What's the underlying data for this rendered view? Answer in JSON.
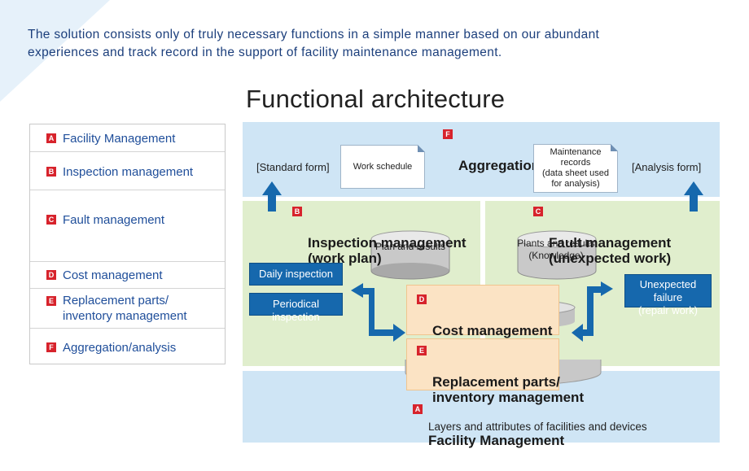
{
  "intro": "The solution consists only of truly necessary functions in a simple manner based on our abundant\n experiences and track record in the support of facility maintenance management.",
  "title": "Functional architecture",
  "legend": [
    {
      "badge": "A",
      "label": "Facility Management"
    },
    {
      "badge": "B",
      "label": "Inspection  management"
    },
    {
      "badge": "C",
      "label": "Fault management"
    },
    {
      "badge": "D",
      "label": "Cost management"
    },
    {
      "badge": "E",
      "label": "Replacement parts/\ninventory management"
    },
    {
      "badge": "F",
      "label": "Aggregation/analysis"
    }
  ],
  "diagram": {
    "aggregation": {
      "badge": "F",
      "title": "Aggregation/analysis",
      "standard_form": "[Standard form]",
      "work_schedule": "Work schedule",
      "maintenance_records": "Maintenance\nrecords\n(data sheet used\nfor analysis)",
      "analysis_form": "[Analysis form]"
    },
    "inspection": {
      "badge": "B",
      "title": "Inspection management\n(work plan)",
      "cylinder": "Plan and results",
      "daily": "Daily inspection",
      "periodical": "Periodical inspection"
    },
    "fault": {
      "badge": "C",
      "title": "Fault management\n(unexpected work)",
      "cylinder": "Plants and results\n(Knowledge)",
      "unexpected": "Unexpected failure\n(repair work)"
    },
    "cost": {
      "badge": "D",
      "title": "Cost management"
    },
    "replacement": {
      "badge": "E",
      "title": "Replacement parts/\ninventory management"
    },
    "facility": {
      "badge": "A",
      "title": "Facility Management",
      "subtitle": "Layers and attributes of facilities and devices"
    }
  },
  "colors": {
    "accent_blue": "#1668ad",
    "badge_red": "#d7232c",
    "band_blue": "#cfe5f5",
    "band_green": "#e0eecd",
    "band_orange": "#fbe3c4"
  }
}
